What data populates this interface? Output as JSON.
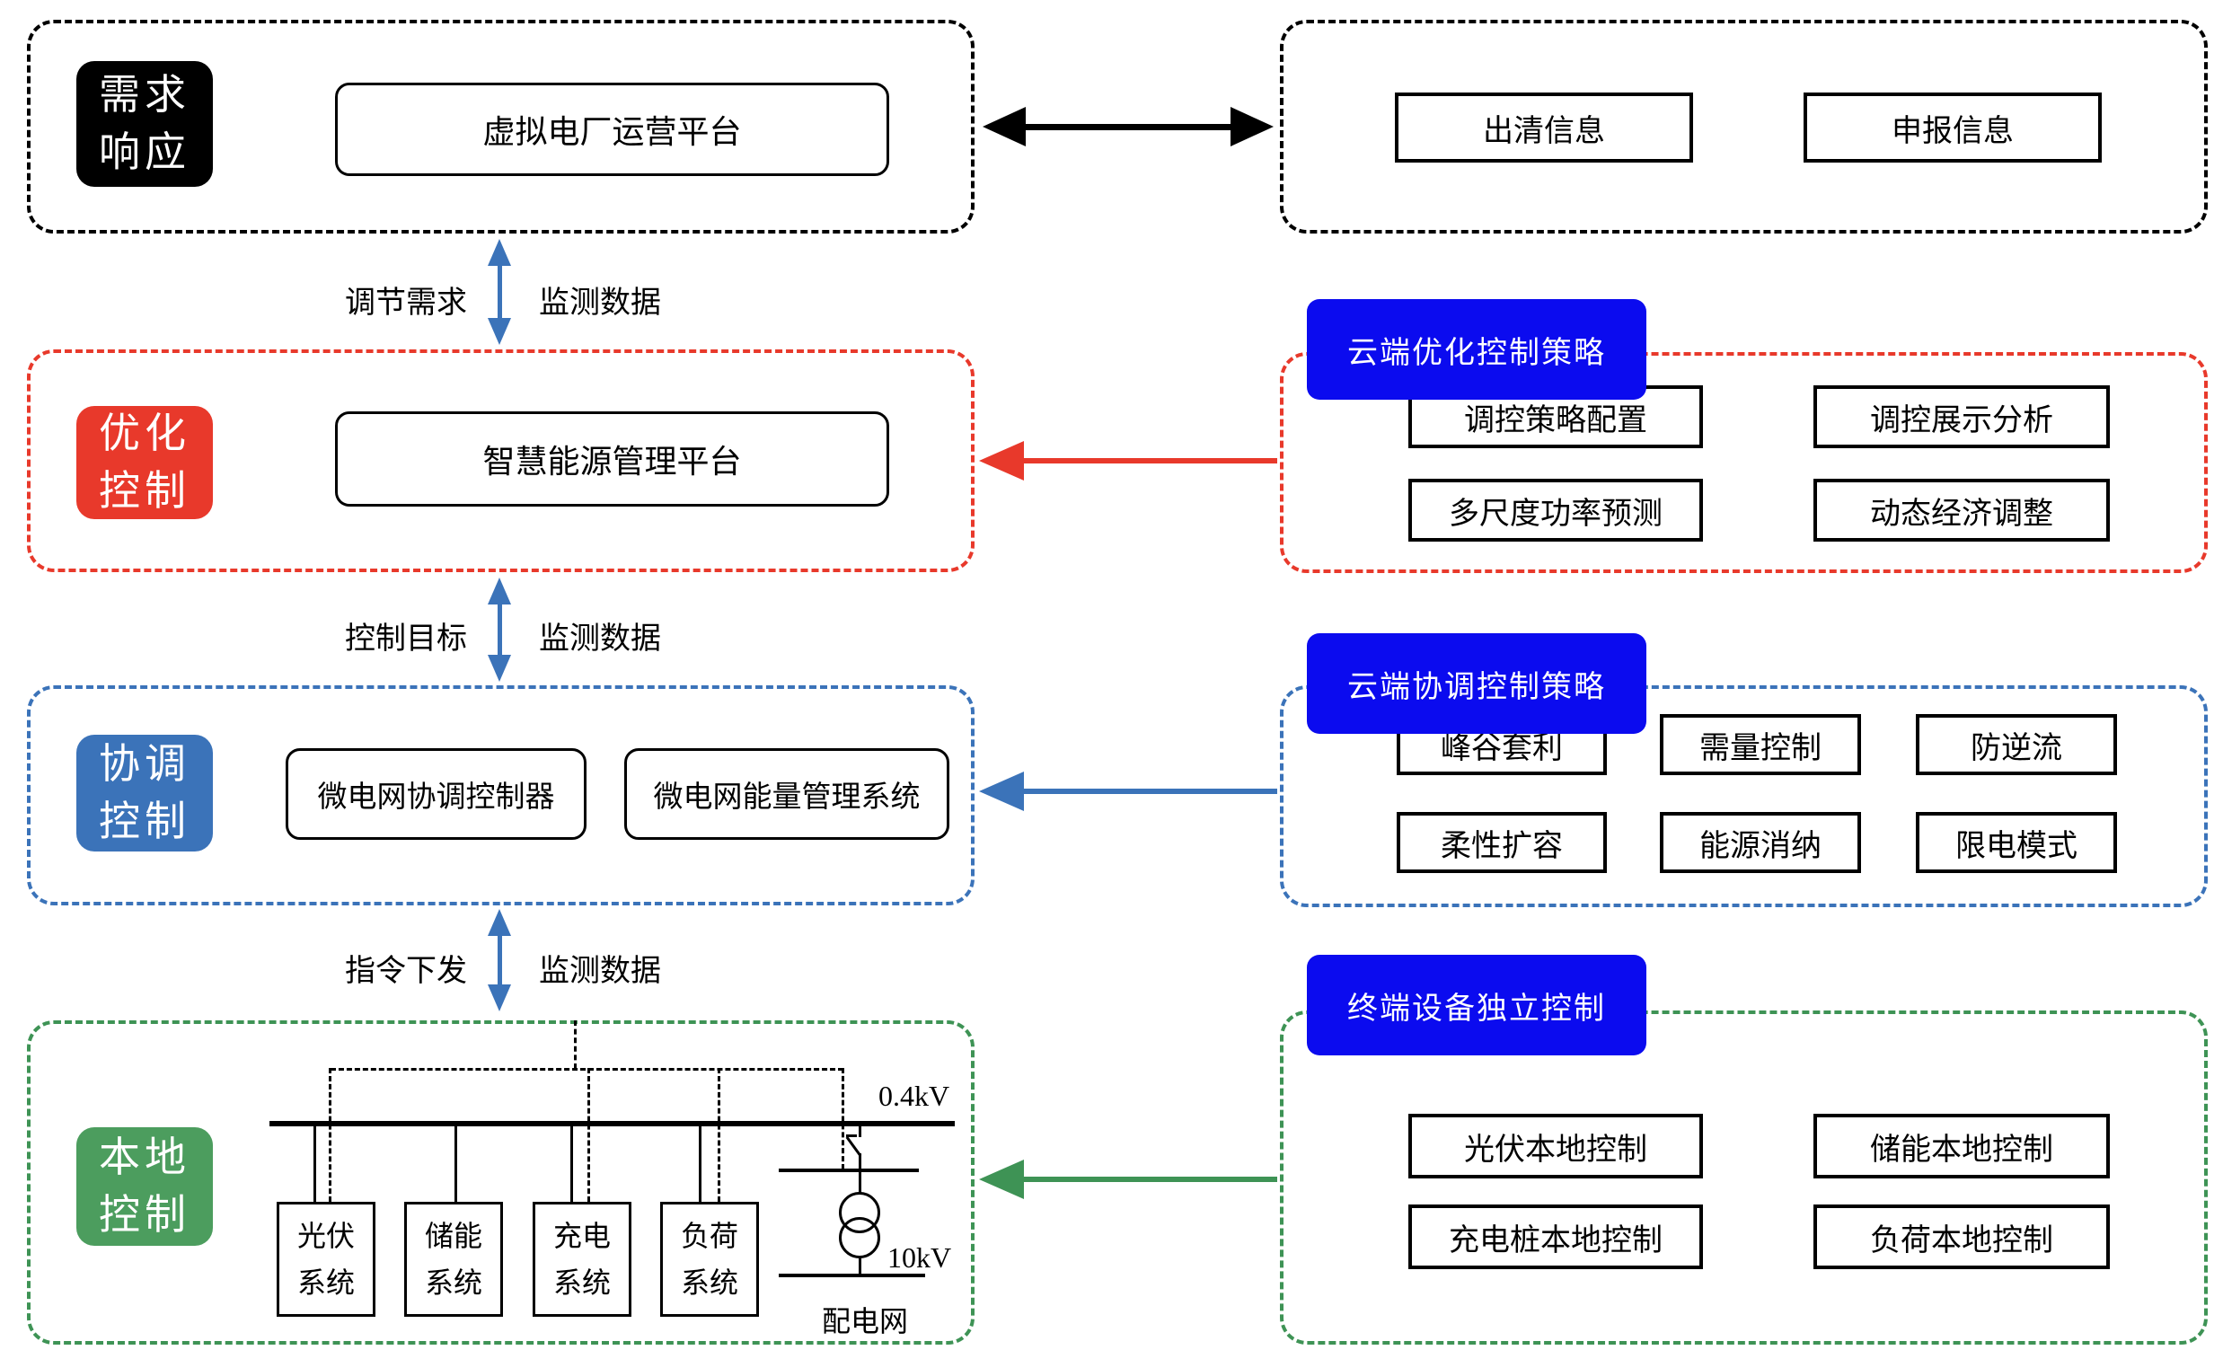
{
  "palette": {
    "red": "#E8392B",
    "blue": "#3B73B9",
    "green_fill": "#4C9D5E",
    "green_line": "#3E9355",
    "header_blue": "#0B0BEF",
    "black": "#000000"
  },
  "left": {
    "demand": {
      "tag1": "需求",
      "tag2": "响应",
      "platform": "虚拟电厂运营平台"
    },
    "optimize": {
      "tag1": "优化",
      "tag2": "控制",
      "platform": "智慧能源管理平台"
    },
    "coordinate": {
      "tag1": "协调",
      "tag2": "控制",
      "box1": "微电网协调控制器",
      "box2": "微电网能量管理系统"
    },
    "local": {
      "tag1": "本地",
      "tag2": "控制",
      "systems": [
        {
          "l1": "光伏",
          "l2": "系统"
        },
        {
          "l1": "储能",
          "l2": "系统"
        },
        {
          "l1": "充电",
          "l2": "系统"
        },
        {
          "l1": "负荷",
          "l2": "系统"
        }
      ],
      "bus_voltage": "0.4kV",
      "grid_voltage": "10kV",
      "grid_label": "配电网"
    }
  },
  "connectors": [
    {
      "left": "调节需求",
      "right": "监测数据"
    },
    {
      "left": "控制目标",
      "right": "监测数据"
    },
    {
      "left": "指令下发",
      "right": "监测数据"
    }
  ],
  "right": {
    "market": {
      "box1": "出清信息",
      "box2": "申报信息"
    },
    "cloud_optimize": {
      "header": "云端优化控制策略",
      "boxes": [
        "调控策略配置",
        "调控展示分析",
        "多尺度功率预测",
        "动态经济调整"
      ]
    },
    "cloud_coordinate": {
      "header": "云端协调控制策略",
      "boxes": [
        "峰谷套利",
        "需量控制",
        "防逆流",
        "柔性扩容",
        "能源消纳",
        "限电模式"
      ]
    },
    "terminal": {
      "header": "终端设备独立控制",
      "boxes": [
        "光伏本地控制",
        "储能本地控制",
        "充电桩本地控制",
        "负荷本地控制"
      ]
    }
  }
}
